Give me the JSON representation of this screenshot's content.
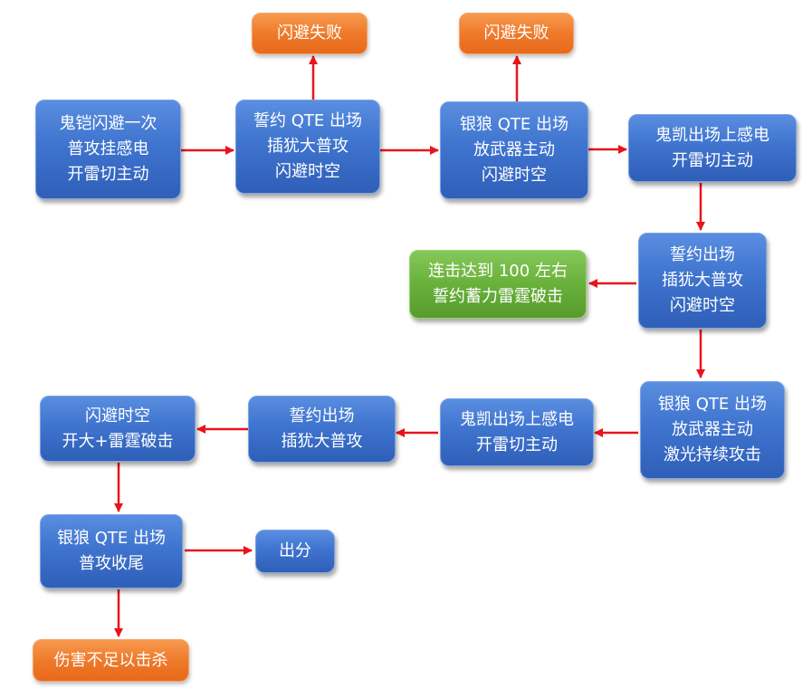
{
  "nodes": {
    "n1": {
      "lines": [
        "鬼铠闪避一次",
        "普攻挂感电",
        "开雷切主动"
      ]
    },
    "n2": {
      "lines": [
        "誓约 QTE 出场",
        "插犹大普攻",
        "闪避时空"
      ]
    },
    "n3": {
      "lines": [
        "银狼 QTE 出场",
        "放武器主动",
        "闪避时空"
      ]
    },
    "n4": {
      "lines": [
        "鬼凯出场上感电",
        "开雷切主动"
      ]
    },
    "n5": {
      "lines": [
        "誓约出场",
        "插犹大普攻",
        "闪避时空"
      ]
    },
    "n6": {
      "lines": [
        "连击达到 100 左右",
        "誓约蓄力雷霆破击"
      ]
    },
    "n7": {
      "lines": [
        "银狼 QTE 出场",
        "放武器主动",
        "激光持续攻击"
      ]
    },
    "n8": {
      "lines": [
        "鬼凯出场上感电",
        "开雷切主动"
      ]
    },
    "n9": {
      "lines": [
        "誓约出场",
        "插犹大普攻"
      ]
    },
    "n10": {
      "lines": [
        "闪避时空",
        "开大+雷霆破击"
      ]
    },
    "n11": {
      "lines": [
        "银狼 QTE 出场",
        "普攻收尾"
      ]
    },
    "n12": {
      "lines": [
        "出分"
      ]
    },
    "fail1": {
      "lines": [
        "闪避失败"
      ]
    },
    "fail2": {
      "lines": [
        "闪避失败"
      ]
    },
    "end": {
      "lines": [
        "伤害不足以击杀"
      ]
    }
  },
  "colors": {
    "arrow": "#e8141b",
    "blue": "#3f74cf",
    "orange": "#ef7a2b",
    "green": "#69b13b"
  }
}
